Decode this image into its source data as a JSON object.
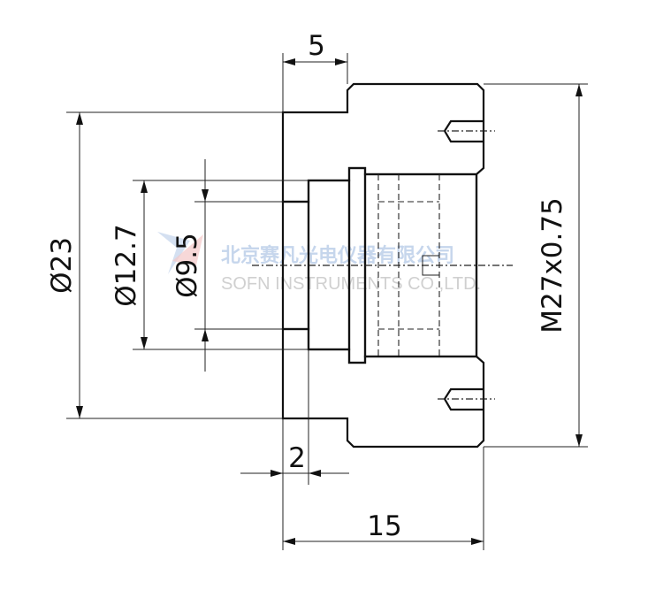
{
  "drawing": {
    "dimensions": {
      "flange_width": "5",
      "outer_diameter": "Ø23",
      "bore_diameter": "Ø12.7",
      "hole_diameter": "Ø9.5",
      "thread": "M27x0.75",
      "recess_depth": "2",
      "total_length": "15"
    },
    "watermark": {
      "company_cn": "北京赛凡光电仪器有限公司",
      "company_en": "SOFN INSTRUMENTS CO.,LTD."
    },
    "colors": {
      "section_fill": "#e4e4e4",
      "line": "#111111"
    }
  }
}
